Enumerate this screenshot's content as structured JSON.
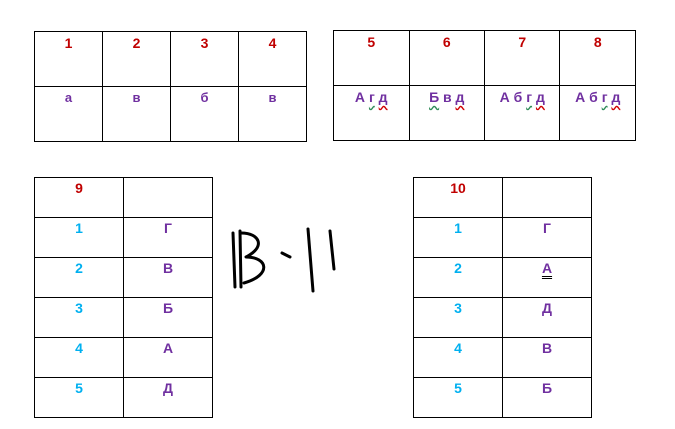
{
  "table_1_4": {
    "headers": [
      "1",
      "2",
      "3",
      "4"
    ],
    "answers": [
      "а",
      "в",
      "б",
      "в"
    ]
  },
  "table_5_8": {
    "headers": [
      "5",
      "6",
      "7",
      "8"
    ],
    "answers": [
      [
        "А",
        "г",
        "д"
      ],
      [
        "Б",
        "в",
        "д"
      ],
      [
        "А",
        "б",
        "г",
        "д"
      ],
      [
        "А",
        "б",
        "г",
        "д"
      ]
    ]
  },
  "table_9": {
    "title": "9",
    "rows": [
      {
        "num": "1",
        "ans": "Г"
      },
      {
        "num": "2",
        "ans": "В"
      },
      {
        "num": "3",
        "ans": "Б"
      },
      {
        "num": "4",
        "ans": "А"
      },
      {
        "num": "5",
        "ans": "Д"
      }
    ]
  },
  "table_10": {
    "title": "10",
    "rows": [
      {
        "num": "1",
        "ans": "Г"
      },
      {
        "num": "2",
        "ans": "А"
      },
      {
        "num": "3",
        "ans": "Д"
      },
      {
        "num": "4",
        "ans": "В"
      },
      {
        "num": "5",
        "ans": "Б"
      }
    ]
  },
  "handwritten_note": "IB-II",
  "colors": {
    "number_red": "#c00000",
    "answer_purple": "#7030a0",
    "number_cyan": "#00b0f0"
  }
}
